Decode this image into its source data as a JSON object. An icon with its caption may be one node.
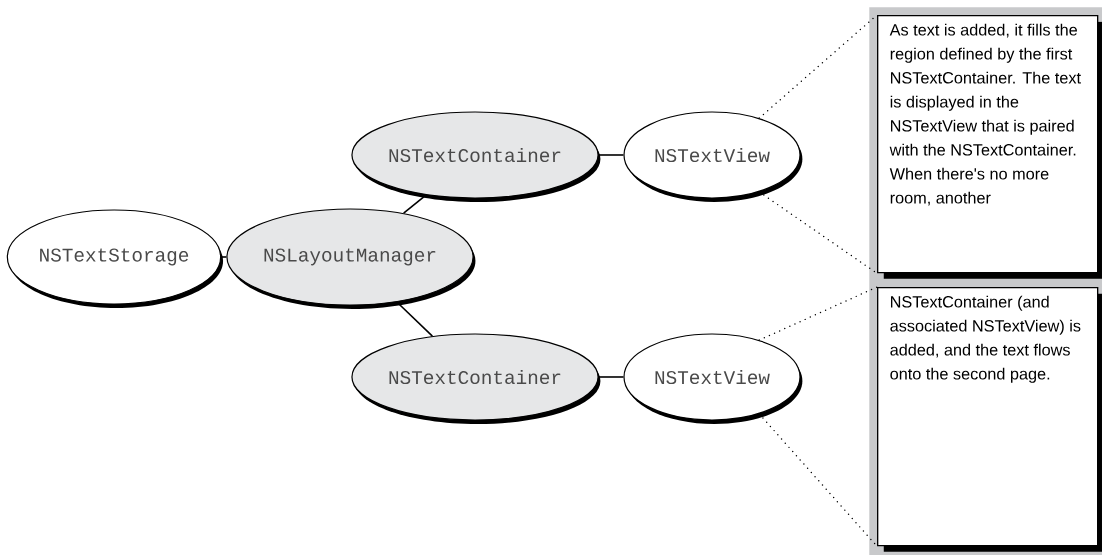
{
  "diagram": {
    "nodes": [
      {
        "text": [
          "NSTextStorage"
        ]
      },
      {
        "text": [
          "NSLayoutManager"
        ]
      },
      {
        "text": [
          "NSTextContainer"
        ]
      },
      {
        "text": [
          "NSTextView"
        ]
      },
      {
        "text": [
          "NSTextContainer"
        ]
      },
      {
        "text": [
          "NSTextView"
        ]
      },
      {
        "text": [],
        "shape": "box"
      },
      {
        "text": [
          "As text is added, it fills the region defined by the first NSTextContainer. The text is displayed in the NSTextView that is paired with the NSTextContainer. When there's no more room, another"
        ],
        "in": 6
      },
      {
        "text": [
          "NSTextContainer (and associated NSTextView) is added, and the text flows onto the second page."
        ],
        "in": 6
      }
    ],
    "edges": [
      {
        "from": 0,
        "to": 1,
        "arrow": "none"
      },
      {
        "from": 1,
        "to": 2,
        "arrow": "none"
      },
      {
        "from": 1,
        "to": 4,
        "arrow": "none"
      },
      {
        "from": 2,
        "to": 3,
        "arrow": "none"
      },
      {
        "from": 4,
        "to": 5,
        "arrow": "none"
      },
      {
        "from": 3,
        "to": 7,
        "arrow": "none",
        "style": "dashed"
      },
      {
        "from": 3,
        "to": 7,
        "arrow": "none",
        "style": "dashed"
      },
      {
        "from": 5,
        "to": 8,
        "arrow": "none",
        "style": "dashed"
      },
      {
        "from": 5,
        "to": 8,
        "arrow": "none",
        "style": "dashed"
      }
    ]
  }
}
